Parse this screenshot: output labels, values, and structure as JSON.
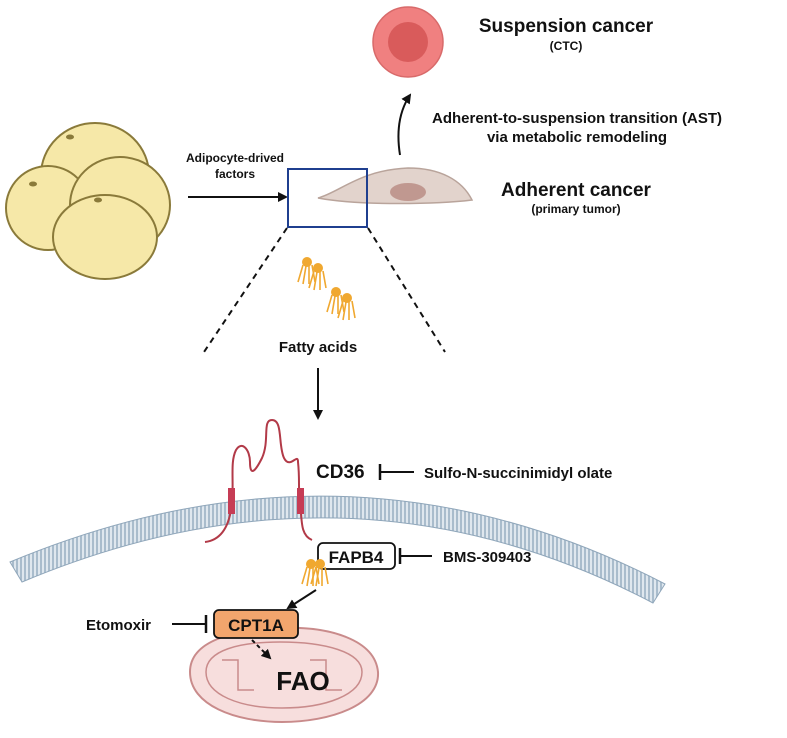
{
  "labels": {
    "suspension_title": "Suspension cancer",
    "suspension_sub": "(CTC)",
    "ast_line1": "Adherent-to-suspension transition (AST)",
    "ast_line2": "via metabolic remodeling",
    "adherent_title": "Adherent cancer",
    "adherent_sub": "(primary tumor)",
    "adipocyte_line1": "Adipocyte-drived",
    "adipocyte_line2": "factors",
    "fatty_acids": "Fatty acids",
    "cd36": "CD36",
    "cd36_inhibitor": "Sulfo-N-succinimidyl olate",
    "fapb4": "FAPB4",
    "fapb4_inhibitor": "BMS-309403",
    "cpt1a": "CPT1A",
    "cpt1a_inhibitor": "Etomoxir",
    "fao": "FAO"
  },
  "colors": {
    "cancer_cell": "#e2d3cc",
    "suspension_cell": "#f08080",
    "adipocyte": "#f6e8a8",
    "membrane": "#b7c9d8",
    "receptor": "#b23a48",
    "fatty_acid": "#f0a830",
    "cpt1a_box": "#f2a56d",
    "mitochondria": "#f7dedd",
    "zoom_box": "#1f3f8f"
  }
}
